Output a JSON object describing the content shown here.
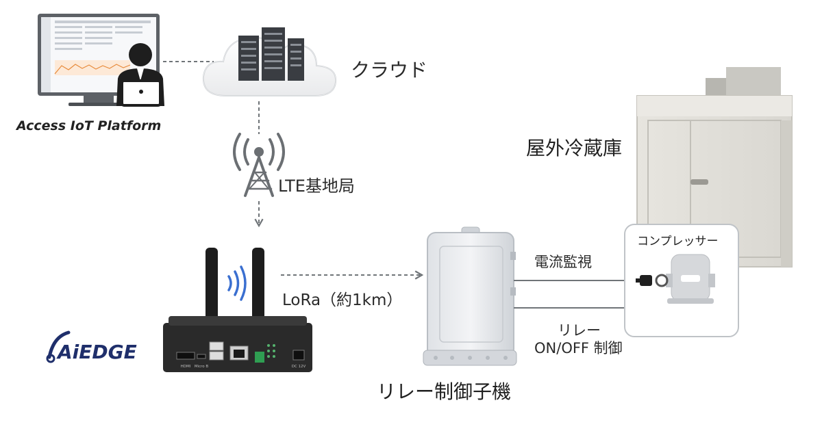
{
  "platform": {
    "label": "Access IoT Platform"
  },
  "cloud": {
    "label": "クラウド"
  },
  "lte": {
    "label": "LTE基地局"
  },
  "lora": {
    "label": "LoRa（約1km）"
  },
  "relay_unit": {
    "label": "リレー制御子機"
  },
  "fridge": {
    "label": "屋外冷蔵庫"
  },
  "compressor": {
    "label": "コンプレッサー"
  },
  "current_monitor": {
    "label": "電流監視"
  },
  "relay_control": {
    "line1": "リレー",
    "line2": "ON/OFF 制御"
  },
  "brand": {
    "logo_text": "AiEDGE"
  },
  "gateway_ports": {
    "hdmi": "HDMI",
    "micro_usb": "Micro B",
    "dc": "DC 12V"
  },
  "colors": {
    "dark": "#2b2b2b",
    "grey": "#6f7478",
    "wave_blue": "#3a6fd0",
    "brand_navy": "#1f2f6b",
    "port_green": "#2f9e52"
  },
  "icons": [
    "monitor-icon",
    "user-laptop-icon",
    "cloud-server-icon",
    "antenna-tower-icon",
    "radio-wave-icon",
    "compressor-icon",
    "plug-icon"
  ]
}
